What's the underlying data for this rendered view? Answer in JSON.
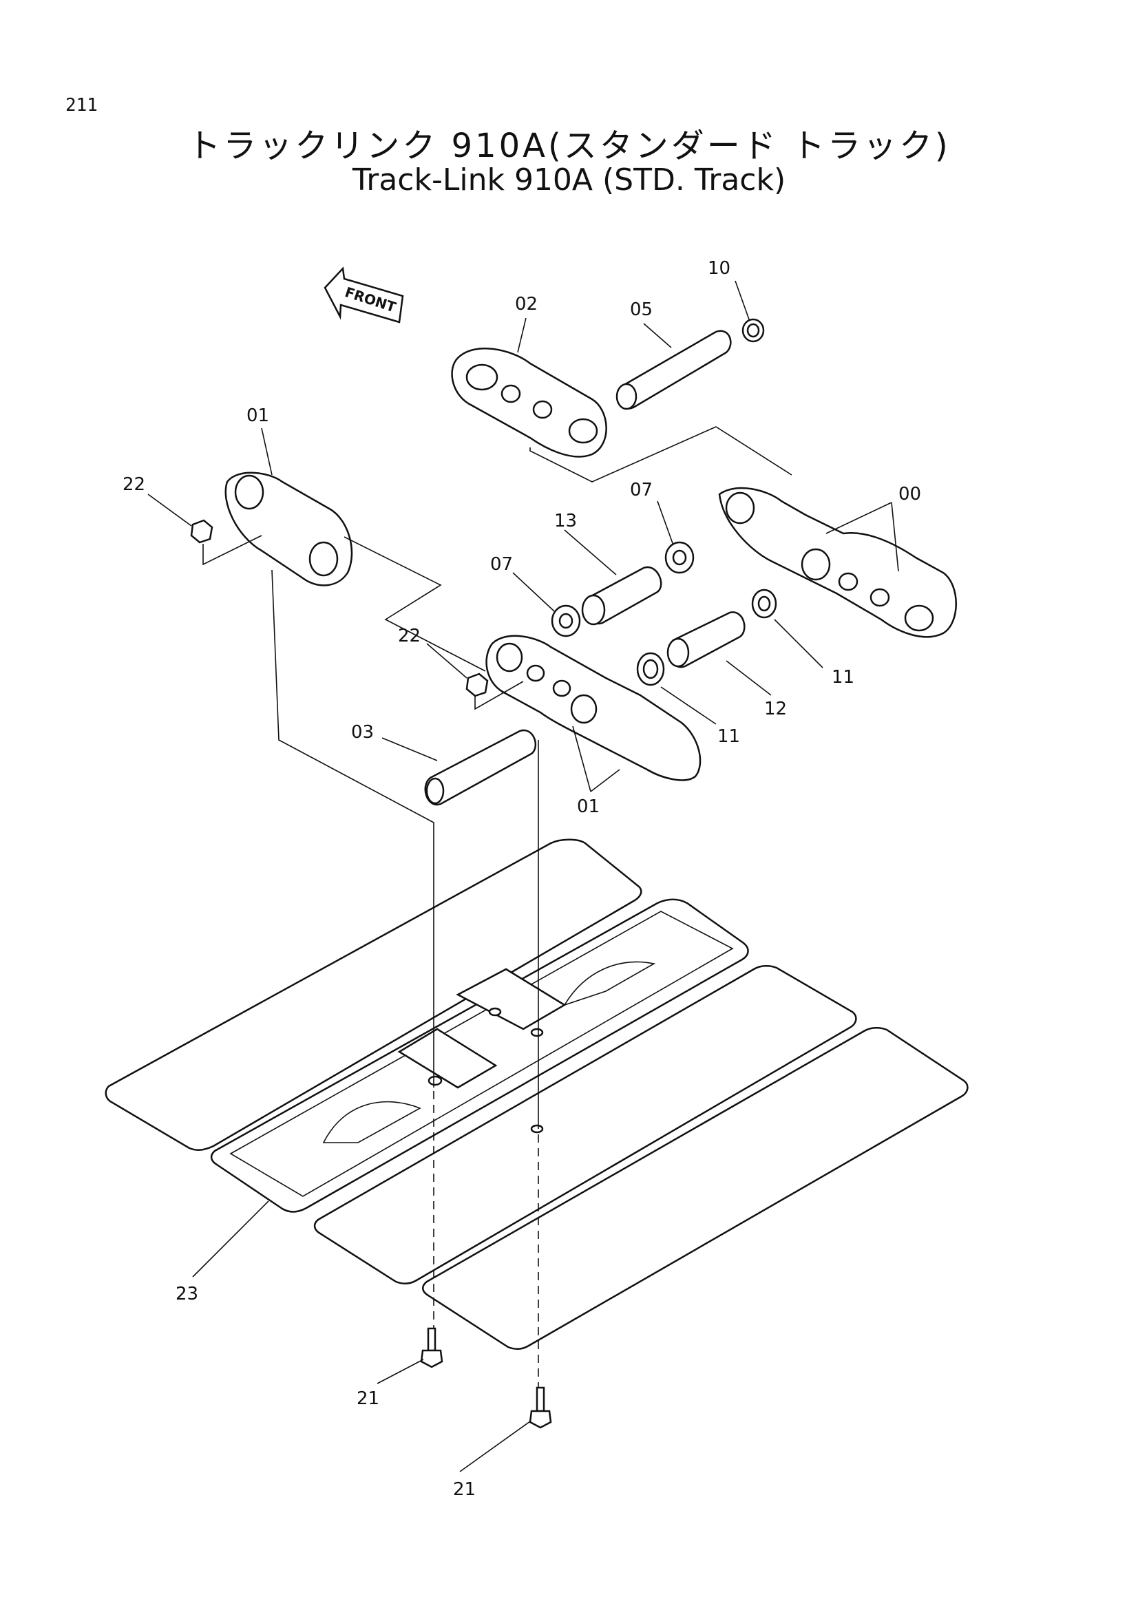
{
  "page": {
    "number": "211",
    "title_jp": "トラックリンク 910A(スタンダード トラック)",
    "title_en": "Track-Link 910A (STD. Track)"
  },
  "diagram": {
    "front_arrow_label": "FRONT",
    "callouts": [
      {
        "id": "c-10",
        "label": "10"
      },
      {
        "id": "c-02",
        "label": "02"
      },
      {
        "id": "c-05",
        "label": "05"
      },
      {
        "id": "c-01-top",
        "label": "01"
      },
      {
        "id": "c-22-top",
        "label": "22"
      },
      {
        "id": "c-07-upper",
        "label": "07"
      },
      {
        "id": "c-00",
        "label": "00"
      },
      {
        "id": "c-13",
        "label": "13"
      },
      {
        "id": "c-07-lower",
        "label": "07"
      },
      {
        "id": "c-22-mid",
        "label": "22"
      },
      {
        "id": "c-11-right",
        "label": "11"
      },
      {
        "id": "c-12",
        "label": "12"
      },
      {
        "id": "c-11-mid",
        "label": "11"
      },
      {
        "id": "c-03",
        "label": "03"
      },
      {
        "id": "c-01-bottom",
        "label": "01"
      },
      {
        "id": "c-23",
        "label": "23"
      },
      {
        "id": "c-21-left",
        "label": "21"
      },
      {
        "id": "c-21-right",
        "label": "21"
      }
    ]
  }
}
